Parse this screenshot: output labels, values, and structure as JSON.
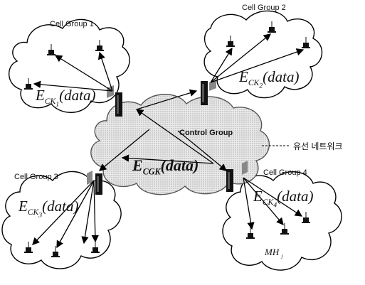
{
  "diagram": {
    "groups": {
      "g1": "Cell Group 1",
      "g2": "Cell Group 2",
      "g3": "Cell Group 3",
      "g4": "Cell Group 4",
      "control": "Control Group"
    },
    "network_label": "유선 네트워크",
    "keys": {
      "k1": {
        "E": "E",
        "CK": "CK",
        "n": "1",
        "data": "(data)"
      },
      "k2": {
        "E": "E",
        "CK": "CK",
        "n": "2",
        "data": "(data)"
      },
      "k3": {
        "E": "E",
        "CK": "CK",
        "n": "3",
        "data": "(data)"
      },
      "k4": {
        "E": "E",
        "CK": "CK",
        "n": "4",
        "data": "(data)"
      },
      "kc": {
        "E": "E",
        "CG": "CGK",
        "data": "(data)"
      }
    },
    "mh_label": "MH",
    "mh_sub": "j"
  }
}
